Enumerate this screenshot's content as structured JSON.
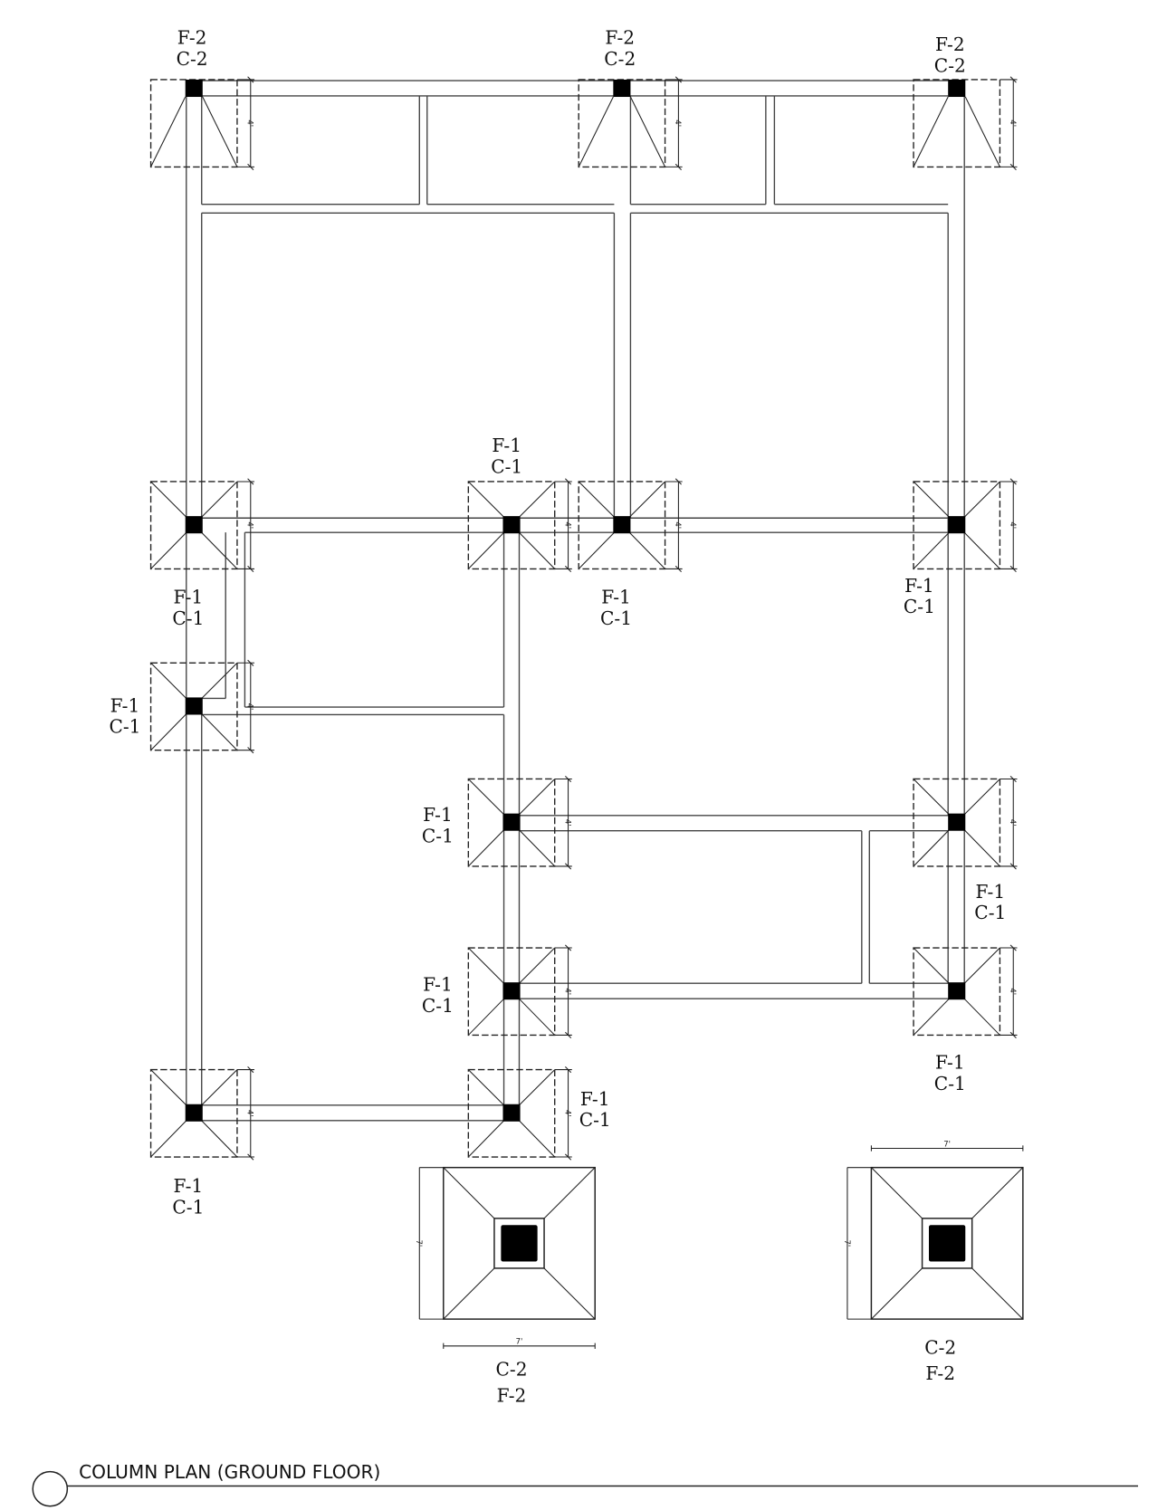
{
  "drawing": {
    "title": "COLUMN PLAN (GROUND FLOOR)",
    "dimension_small": "4'",
    "dimension_large": "7'"
  },
  "footing_labels": [
    {
      "footing": "F-2",
      "column": "C-2"
    },
    {
      "footing": "F-2",
      "column": "C-2"
    },
    {
      "footing": "F-2",
      "column": "C-2"
    },
    {
      "footing": "F-1",
      "column": "C-1"
    },
    {
      "footing": "F-1",
      "column": "C-1"
    },
    {
      "footing": "F-1",
      "column": "C-1"
    },
    {
      "footing": "F-1",
      "column": "C-1"
    },
    {
      "footing": "F-1",
      "column": "C-1"
    },
    {
      "footing": "F-1",
      "column": "C-1"
    },
    {
      "footing": "F-1",
      "column": "C-1"
    },
    {
      "footing": "F-1",
      "column": "C-1"
    },
    {
      "footing": "F-1",
      "column": "C-1"
    },
    {
      "footing": "F-1",
      "column": "C-1"
    },
    {
      "footing": "F-1",
      "column": "C-1"
    }
  ],
  "detail_labels": [
    {
      "column": "C-2",
      "footing": "F-2"
    },
    {
      "column": "C-2",
      "footing": "F-2"
    }
  ]
}
